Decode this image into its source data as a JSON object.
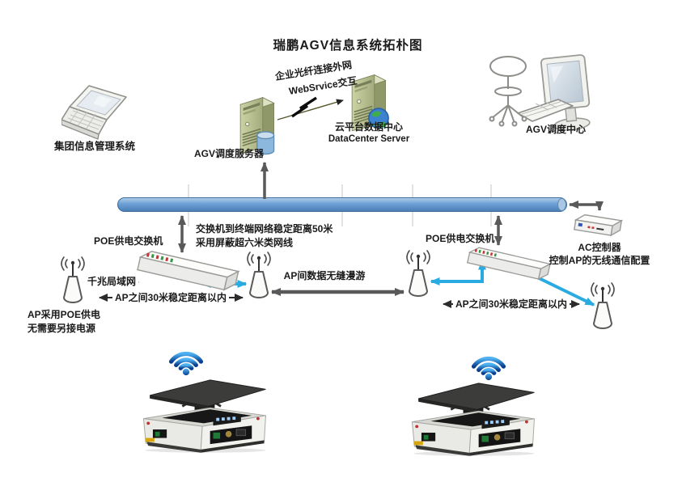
{
  "title": "瑞鹏AGV信息系统拓朴图",
  "labels": {
    "group_info_system": "集团信息管理系统",
    "agv_dispatch_server": "AGV调度服务器",
    "cloud_datacenter_cn": "云平台数据中心",
    "cloud_datacenter_en": "DataCenter Server",
    "fiber_note_line1": "企业光纤连接外网",
    "fiber_note_line2": "WebSrvice交互",
    "agv_dispatch_center": "AGV调度中心",
    "poe_switch_left": "POE供电交换机",
    "poe_switch_right": "POE供电交换机",
    "cable_note_line1": "交换机到终端网络稳定距离50米",
    "cable_note_line2": "采用屏蔽超六米类网线",
    "ac_controller": "AC控制器",
    "ac_controller_note": "控制AP的无线通信配置",
    "gigabit_lan": "千兆局域网",
    "ap_distance_left": "AP之间30米稳定距离以内",
    "ap_roaming": "AP间数据无缝漫游",
    "ap_distance_right": "AP之间30米稳定距离以内",
    "ap_poe_line1": "AP采用POE供电",
    "ap_poe_line2": "无需要另接电源"
  },
  "icons": [
    "laptop-icon",
    "server-tower-icon",
    "database-icon",
    "globe-icon",
    "monitor-icon",
    "keyboard-icon",
    "office-chair-icon",
    "network-switch-icon",
    "ac-controller-icon",
    "wireless-ap-icon",
    "signal-icon",
    "wifi-icon",
    "agv-robot-icon",
    "lightning-bolt-icon",
    "bus-backbone"
  ],
  "colors": {
    "bus_blue": "#5b9bd5",
    "link_blue": "#29abe2",
    "link_gray": "#595959",
    "arrow_black": "#2b2b2b",
    "server_green": "#b9c090",
    "wifi_blue": "#1166cc",
    "platform_dark": "#3c3c3a"
  }
}
